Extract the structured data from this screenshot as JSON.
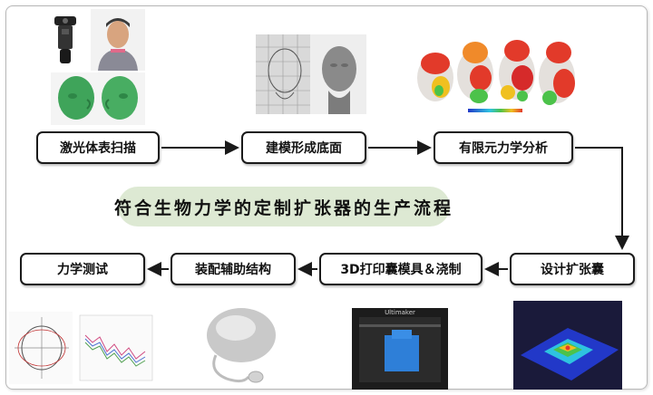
{
  "title": "符合生物力学的定制扩张器的生产流程",
  "steps": {
    "laser_scan": "激光体表扫描",
    "modeling": "建模形成底面",
    "fea": "有限元力学分析",
    "design": "设计扩张囊",
    "printing": "3D打印囊模具＆浇制",
    "assembly": "装配辅助结构",
    "testing": "力学测试"
  },
  "printer_brand": "Ultimaker",
  "colors": {
    "box_border": "#1a1a1a",
    "arrow": "#1a1a1a",
    "banner_bg": "#dde9d3",
    "head_green": "#3fa45a",
    "fea_blue": "#2238c8",
    "frame_border": "#b8b8b8"
  }
}
